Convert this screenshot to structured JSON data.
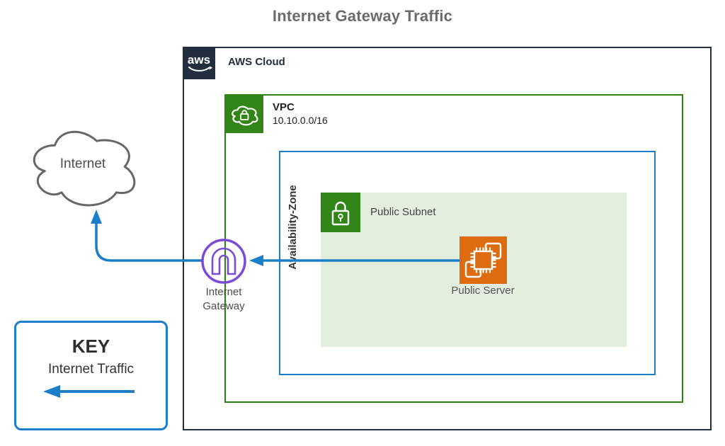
{
  "title": "Internet Gateway Traffic",
  "aws_cloud": {
    "label": "AWS Cloud",
    "logo_text": "aws"
  },
  "vpc": {
    "label": "VPC",
    "cidr": "10.10.0.0/16"
  },
  "availability_zone": {
    "label": "Availability-Zone"
  },
  "public_subnet": {
    "label": "Public Subnet"
  },
  "public_server": {
    "label": "Public Server"
  },
  "internet_gateway": {
    "label_line1": "Internet",
    "label_line2": "Gateway"
  },
  "internet_cloud": {
    "label": "Internet"
  },
  "key": {
    "title": "KEY",
    "entry": "Internet Traffic"
  },
  "icons": {
    "aws_logo": "aws-smile-logo",
    "vpc": "cloud-lock-icon",
    "subnet": "padlock-icon",
    "server": "cpu-chip-icon",
    "gateway": "gateway-arch-icon"
  },
  "colors": {
    "aws_border": "#232F3E",
    "vpc_green": "#2E8013",
    "icon_green": "#318617",
    "subnet_fill": "#E2EEDE",
    "traffic_blue": "#1B7EC8",
    "server_orange": "#DD6B10",
    "gateway_purple": "#7C4BD5",
    "title_gray": "#6B6B6B"
  }
}
